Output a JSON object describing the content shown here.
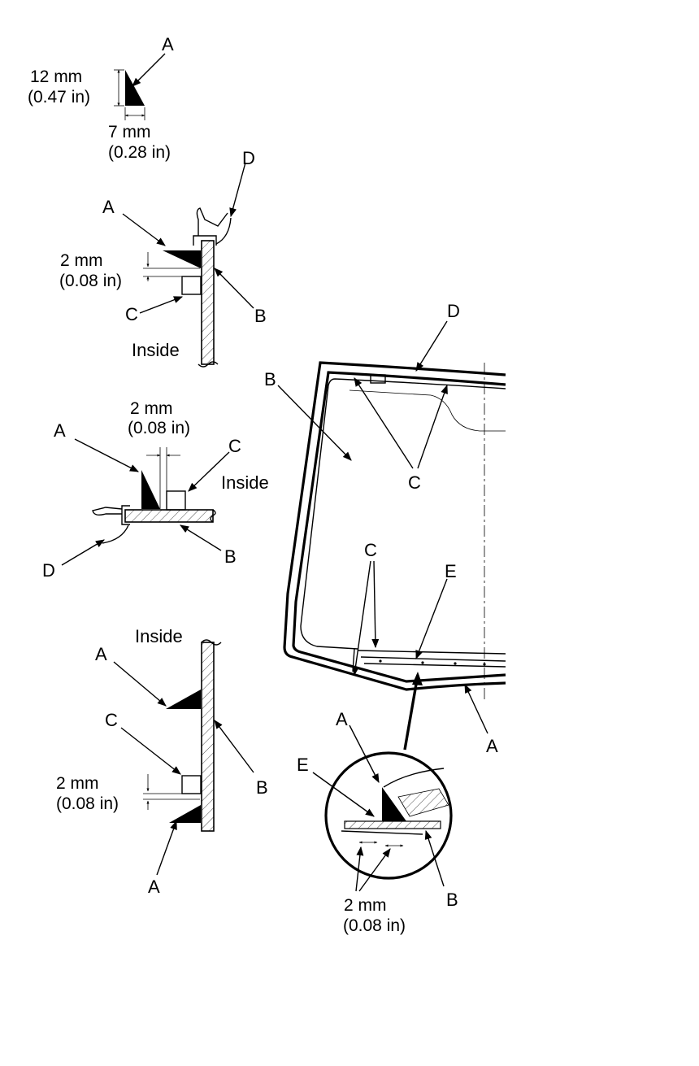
{
  "labels": {
    "a": "A",
    "b": "B",
    "c": "C",
    "d": "D",
    "e": "E",
    "inside": "Inside"
  },
  "dimensions": {
    "d12mm": "12 mm",
    "d12in": "(0.47 in)",
    "d7mm": "7 mm",
    "d7in": "(0.28 in)",
    "d2mm": "2 mm",
    "d2in": "(0.08 in)"
  }
}
